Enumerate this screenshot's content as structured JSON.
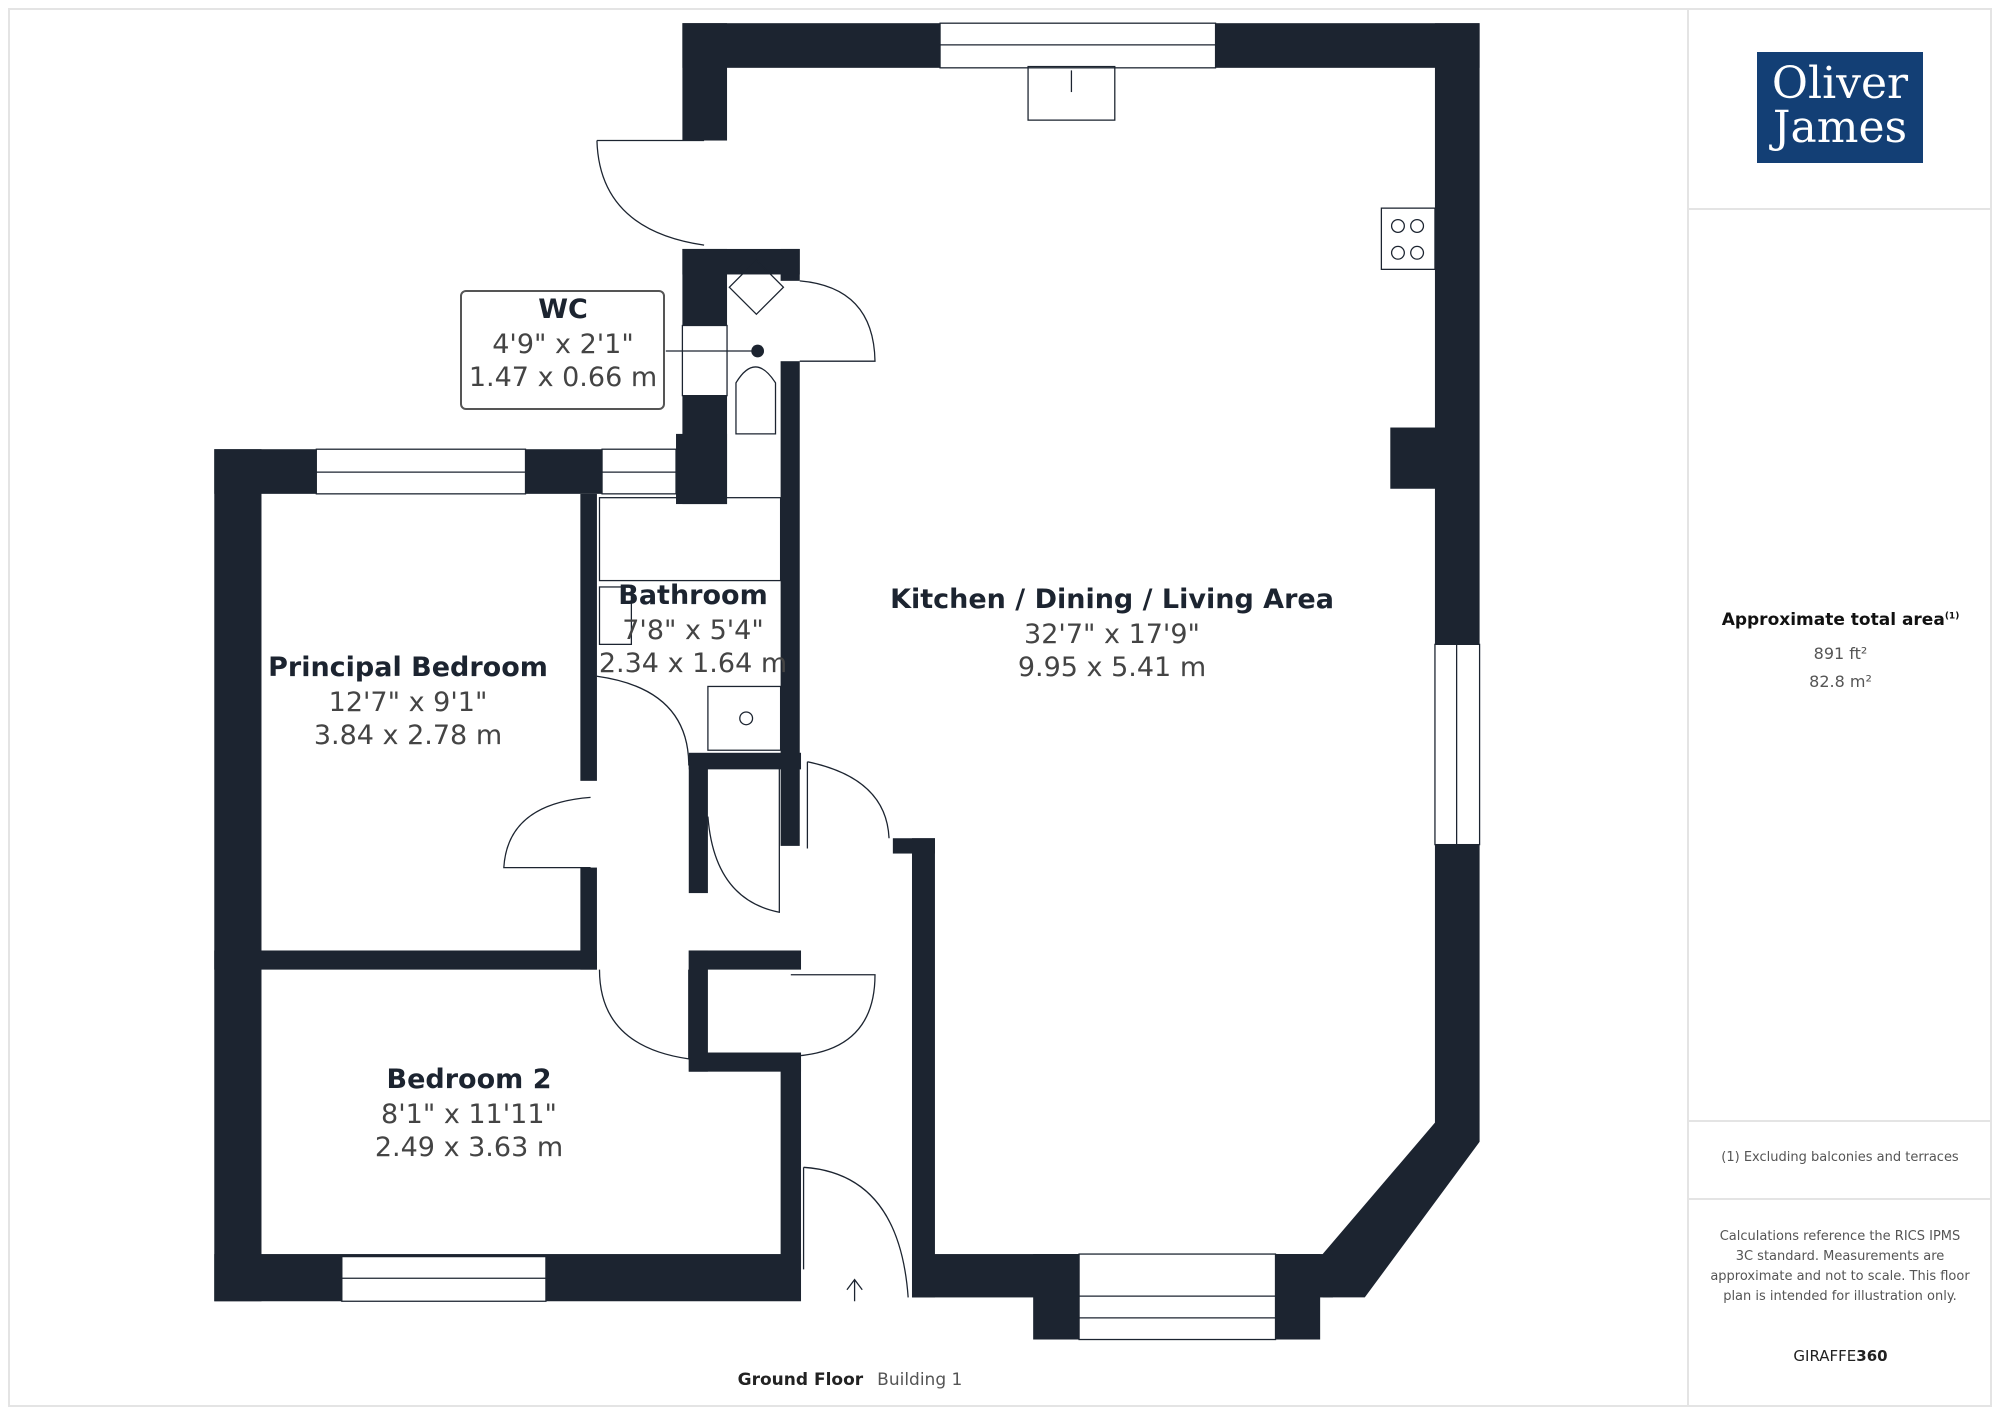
{
  "logo": {
    "line1": "Oliver",
    "line2": "James",
    "bg_color": "#133f75"
  },
  "rooms": [
    {
      "name": "WC",
      "imperial": "4'9\" x 2'1\"",
      "metric": "1.47 x 0.66 m"
    },
    {
      "name": "Kitchen / Dining / Living Area",
      "imperial": "32'7\" x 17'9\"",
      "metric": "9.95 x 5.41 m"
    },
    {
      "name": "Bathroom",
      "imperial": "7'8\" x 5'4\"",
      "metric": "2.34 x 1.64 m"
    },
    {
      "name": "Principal Bedroom",
      "imperial": "12'7\" x 9'1\"",
      "metric": "3.84 x 2.78 m"
    },
    {
      "name": "Bedroom 2",
      "imperial": "8'1\" x 11'11\"",
      "metric": "2.49 x 3.63 m"
    }
  ],
  "summary": {
    "title": "Approximate total area",
    "footnote_mark": "(1)",
    "area_ft": "891 ft²",
    "area_m": "82.8 m²",
    "footnote": "(1) Excluding balconies and terraces",
    "disclaimer": "Calculations reference the RICS IPMS 3C standard. Measurements are approximate and not to scale. This floor plan is intended for illustration only.",
    "brand_a": "GIRAFFE",
    "brand_b": "360"
  },
  "footer": {
    "floor": "Ground Floor",
    "building": "Building 1"
  },
  "colors": {
    "wall": "#1c2430"
  }
}
